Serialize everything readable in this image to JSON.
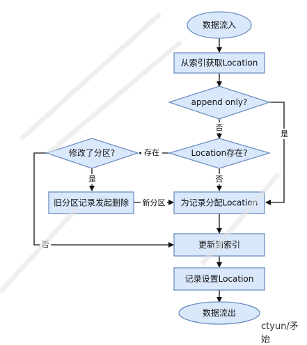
{
  "colors": {
    "fill": "#dae8fc",
    "stroke": "#6c8ebf",
    "edge": "#111111"
  },
  "nodes": {
    "start": "数据流入",
    "get_location": "从索引获取Location",
    "append_only": "append only?",
    "location_exists": "Location存在?",
    "partition_changed": "修改了分区?",
    "old_delete": "旧分区记录发起删除",
    "assign_location": "为记录分配Location",
    "update_index": "更新到索引",
    "set_location": "记录设置Location",
    "end": "数据流出"
  },
  "edges": {
    "no1": "否",
    "yes1": "是",
    "no2": "否",
    "exists": "存在",
    "yes2": "是",
    "new_partition": "新分区",
    "no3": "否"
  },
  "credit": "ctyun/矛始"
}
